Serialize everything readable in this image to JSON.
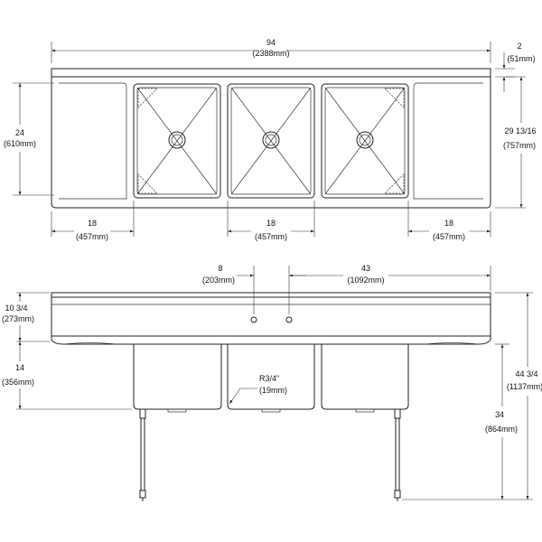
{
  "plan": {
    "overall_length": {
      "value": "94",
      "metric": "(2388mm)"
    },
    "backsplash_height": {
      "value": "2",
      "metric": "(51mm)"
    },
    "depth": {
      "value": "24",
      "metric": "(610mm)"
    },
    "overall_depth": {
      "value": "29 13/16",
      "metric": "(757mm)"
    },
    "left_drainboard": {
      "value": "18",
      "metric": "(457mm)"
    },
    "bowl_width": {
      "value": "18",
      "metric": "(457mm)"
    },
    "right_drainboard": {
      "value": "18",
      "metric": "(457mm)"
    }
  },
  "elevation": {
    "faucet_centers": {
      "value": "8",
      "metric": "(203mm)"
    },
    "faucet_to_end": {
      "value": "43",
      "metric": "(1092mm)"
    },
    "backsplash_height": {
      "value": "10 3/4",
      "metric": "(273mm)"
    },
    "bowl_depth": {
      "value": "14",
      "metric": "(356mm)"
    },
    "corner_radius": {
      "value": "R3/4\"",
      "metric": "(19mm)"
    },
    "rim_height": {
      "value": "34",
      "metric": "(864mm)"
    },
    "overall_height": {
      "value": "44 3/4",
      "metric": "(1137mm)"
    }
  }
}
